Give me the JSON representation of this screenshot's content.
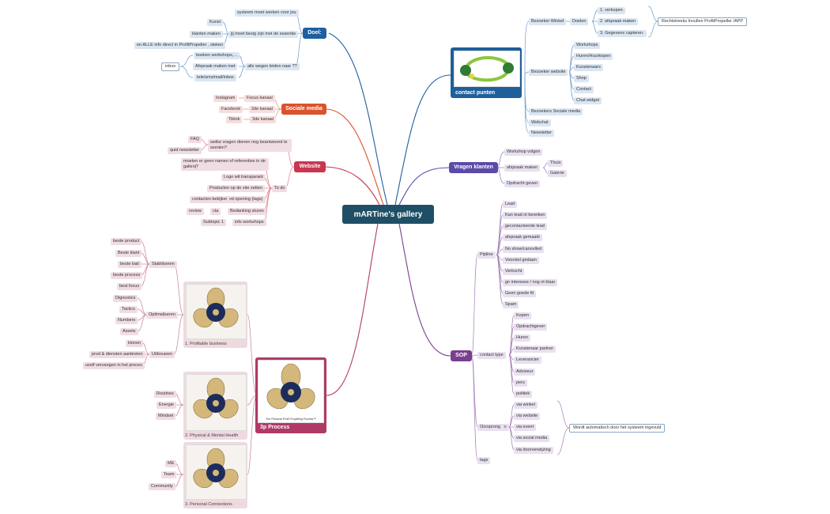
{
  "root": "mARTine's gallery",
  "doel": {
    "title": "Doel:",
    "items": {
      "systeem": "systeem moet werken voor jou",
      "essentie": "jij moet bezig zijn met de essentie",
      "kunst": "Kunst",
      "klanten": "klanten maken",
      "alle_info": "en ALLE info direct in ProfitPropeller , steken",
      "alle_wegen": "alle wegen leiden naar ??",
      "boeken": "boeken workshops,...",
      "afspraak": "Afspraak maken met",
      "tele": "tele/sms/mail/inbox",
      "inbox": "inbox"
    }
  },
  "sociale": {
    "title": "Sociale media",
    "rows": [
      {
        "left": "Instagram",
        "right": "Focus kanaal"
      },
      {
        "left": "Facebook",
        "right": "2de kanaal"
      },
      {
        "left": "Tiktok",
        "right": "3de kanaal"
      }
    ]
  },
  "website": {
    "title": "Website",
    "faq": "FAQ",
    "quid": "quid newsletter",
    "vragen": "welke vragen dienen nog beantwoord te worden?",
    "todo": "To do",
    "referenties": "moeten er geen namen of referenties in de gallerij?",
    "logo": "Logo wit transparant",
    "producten": "Producten op de site zetten",
    "contacten": "contacten bekijken",
    "opening": "vd opening (tags)",
    "review": "review",
    "cta": "cta",
    "bedanking": "Bedanking sturen",
    "subtopic": "Subtopic 1",
    "info_ws": "info workshops"
  },
  "process": {
    "title": "3p Process",
    "caption": "The Personal Profit Propelling Process™",
    "cards": [
      {
        "label": "1. Profitable business"
      },
      {
        "label": "2. Physical & Mental Health"
      },
      {
        "label": "3. Personal Connections"
      }
    ],
    "stabiliseren": {
      "label": "Stabiliseren",
      "items": [
        "beste product",
        "Beste klant",
        "beste bait",
        "beste process",
        "best focus"
      ]
    },
    "optimaliseren": {
      "label": "Optimaliseren",
      "items": [
        "Dignostics",
        "Tactics",
        "Numbers",
        "Assets"
      ]
    },
    "uitbouwen": {
      "label": "Uitbouwen",
      "items": [
        "klonen",
        "prod & diensten aanbreien",
        "uzelf vervangen in het proces"
      ]
    },
    "health": [
      "Routines",
      "Energie",
      "Mindset"
    ],
    "connections": [
      "ME",
      "Team",
      "Community"
    ]
  },
  "contact": {
    "title": "contact punten",
    "winkel": "Bezoeker Winkel",
    "doelen": "Doelen",
    "doelen_items": [
      "1. verkopen",
      "2. afspraak maken",
      "3. Gegevens capteren."
    ],
    "note_winkel": "Rechtstreeks Invullen ProfitPropeller /APP",
    "website": "Bezoeker website",
    "website_items": [
      "Workshops",
      "Huren/Huurkopen",
      "Kunstenaars",
      "Shop",
      "Contact",
      "Chat widget"
    ],
    "sociale": "Bezoekers Sociale media",
    "webchat": "Webchat",
    "newsletter": "Newsletter"
  },
  "vragen": {
    "title": "Vragen klanten",
    "workshop": "Workshop volgen",
    "afspraak": "afspraak maken",
    "thuis": "Thuis",
    "galerie": "Galerie",
    "opdracht": "Opdracht geven"
  },
  "sop": {
    "title": "SOP",
    "pipline": "Pipline",
    "pipline_items": [
      "Lead",
      "Kan lead nt bereiken",
      "gecontacteerde lead",
      "afspraak gemaakt",
      "No show/cancelled",
      "Voorstel gedaan",
      "Verkocht",
      "gn interesse / nog nt klaar",
      "Geen goede fit",
      "Spam"
    ],
    "contact_type": "contact type",
    "contact_items": [
      "Kopen",
      "Opdrachtgever",
      "Huren",
      "Kunstenaar partner",
      "Leverancier",
      "Adviseur",
      "pers",
      "politiek"
    ],
    "oorsprong": "Oorsprong",
    "oorsprong_items": [
      "via winkel",
      "via website",
      "via event",
      "via social media",
      "via doorverwijzing"
    ],
    "note_oorsprong": "Wordt automatisch door het systeem ingevuld",
    "tags": "tags"
  },
  "colors": {
    "doel": "#1e5f9e",
    "sociale": "#d9532c",
    "website": "#c8364f",
    "process": "#b03a66",
    "contact": "#1f5f9a",
    "vragen": "#5b4aa8",
    "sop": "#7a3f8e"
  }
}
